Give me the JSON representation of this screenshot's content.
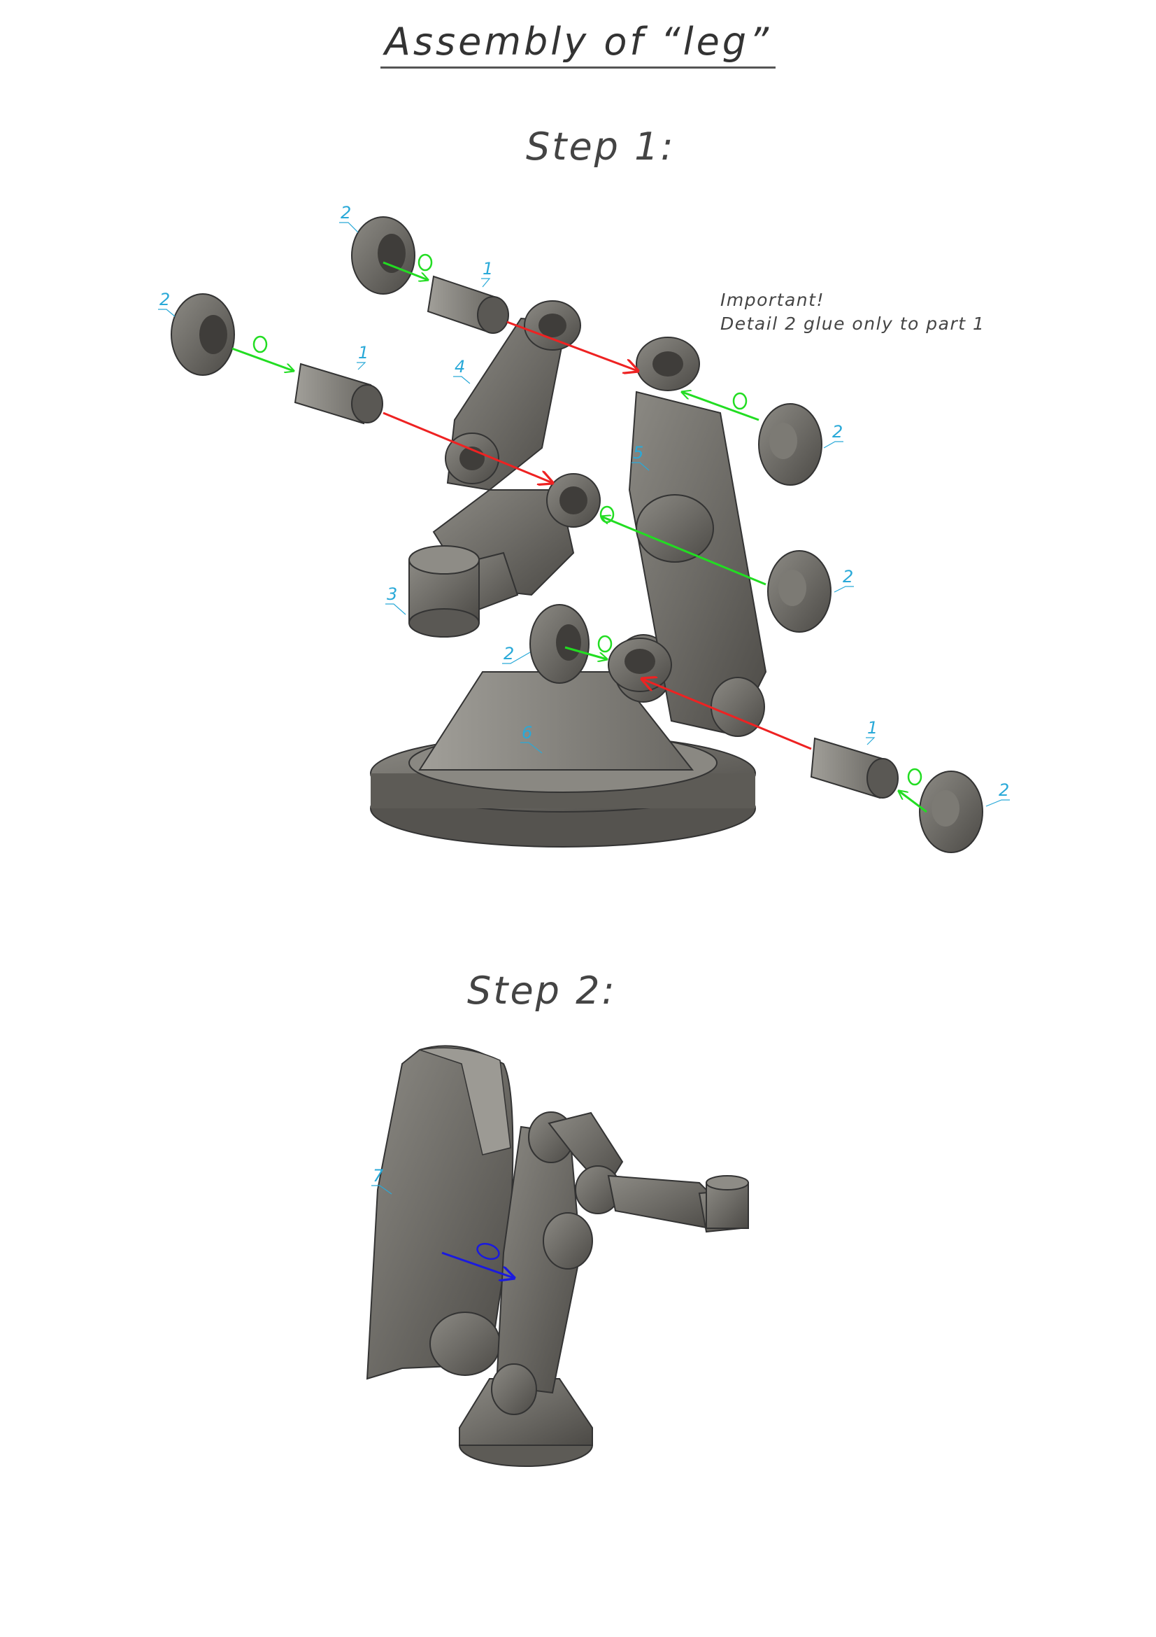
{
  "title": "Assembly of “leg”",
  "steps": {
    "step1": "Step 1:",
    "step2": "Step 2:"
  },
  "note": {
    "line1": "Important!",
    "line2": "Detail 2 glue only to part 1"
  },
  "part_labels": {
    "l2a": "2",
    "l1a": "1",
    "l2b": "2",
    "l1b": "1",
    "l4": "4",
    "l5": "5",
    "l2c": "2",
    "l2d": "2",
    "l3": "3",
    "l2e": "2",
    "l6": "6",
    "l1c": "1",
    "l2f": "2",
    "l7": "7"
  },
  "icons": {
    "glue_mark": "glue-drop-icon",
    "glue_mark_step2": "glue-drop-icon"
  },
  "colors": {
    "glue_arrow": "#22dd22",
    "insert_arrow": "#ee2222",
    "step2_arrow": "#1a1adf",
    "label": "#29a9d8",
    "part": "#6d6b66"
  }
}
